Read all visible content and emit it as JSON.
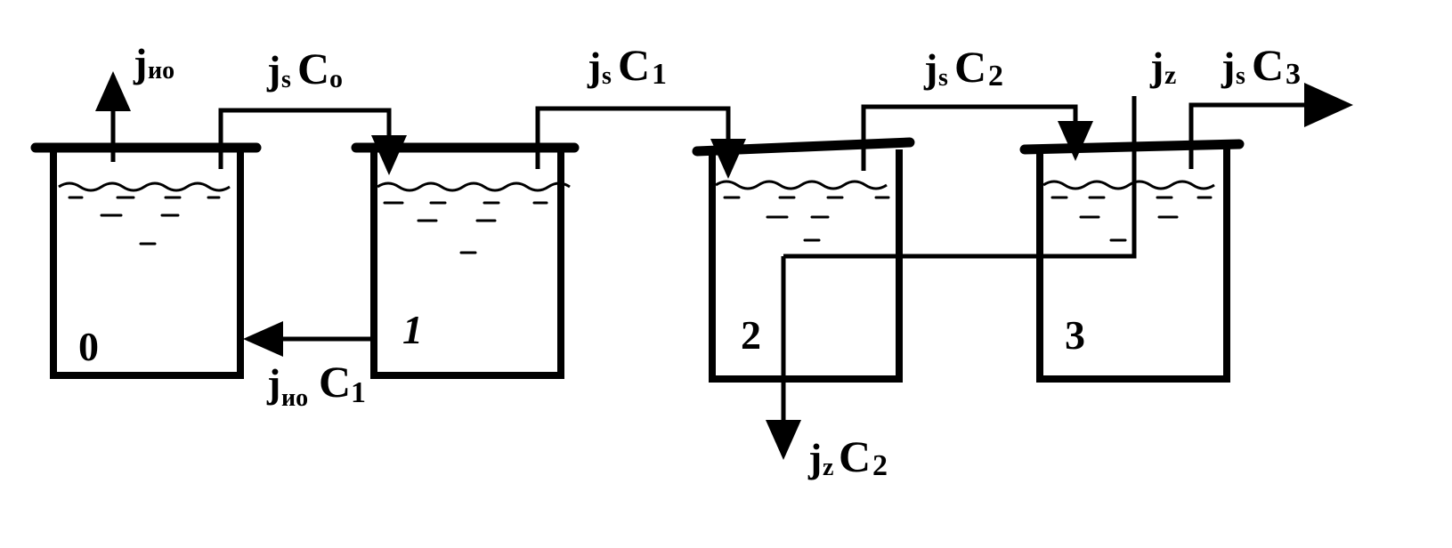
{
  "colors": {
    "ink": "#000000",
    "background": "#ffffff"
  },
  "tanks": [
    {
      "id": "0",
      "label": "0"
    },
    {
      "id": "1",
      "label": "1"
    },
    {
      "id": "2",
      "label": "2"
    },
    {
      "id": "3",
      "label": "3"
    }
  ],
  "flows": {
    "j_io_out": {
      "main": "j",
      "sub": "ио",
      "tail": ""
    },
    "js_c0": {
      "main": "j",
      "sub": "s",
      "tail": "C",
      "tailsub": "o"
    },
    "js_c1": {
      "main": "j",
      "sub": "s",
      "tail": "C",
      "tailsub": "1"
    },
    "js_c2": {
      "main": "j",
      "sub": "s",
      "tail": "C",
      "tailsub": "2"
    },
    "js_c3": {
      "main": "j",
      "sub": "s",
      "tail": "C",
      "tailsub": "3"
    },
    "jz_in": {
      "main": "j",
      "sub": "z",
      "tail": ""
    },
    "jio_c1": {
      "main": "j",
      "sub": "ио",
      "tail": "C",
      "tailsub": "1"
    },
    "jz_c2": {
      "main": "j",
      "sub": "z",
      "tail": "C",
      "tailsub": "2"
    }
  }
}
